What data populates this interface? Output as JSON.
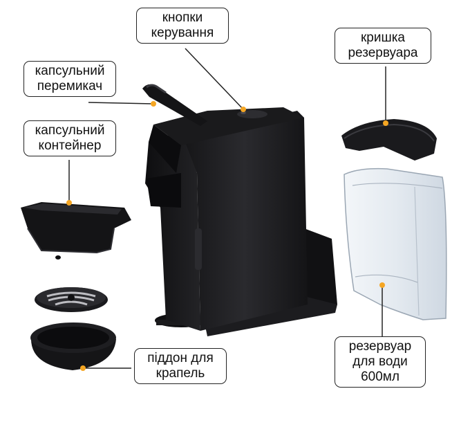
{
  "callouts": {
    "control_buttons": [
      "кнопки",
      "керування"
    ],
    "capsule_switch": [
      "капсульний",
      "перемикач"
    ],
    "capsule_container": [
      "капсульний",
      "контейнер"
    ],
    "tank_lid": [
      "кришка",
      "резервуара"
    ],
    "water_tank": [
      "резервуар",
      "для води",
      "600мл"
    ],
    "drip_tray": [
      "піддон для",
      "крапель"
    ]
  },
  "colors": {
    "marker": "#f5a623",
    "line": "#222222",
    "machine": "#1d1d1f",
    "tank": "#dfe6ee"
  }
}
